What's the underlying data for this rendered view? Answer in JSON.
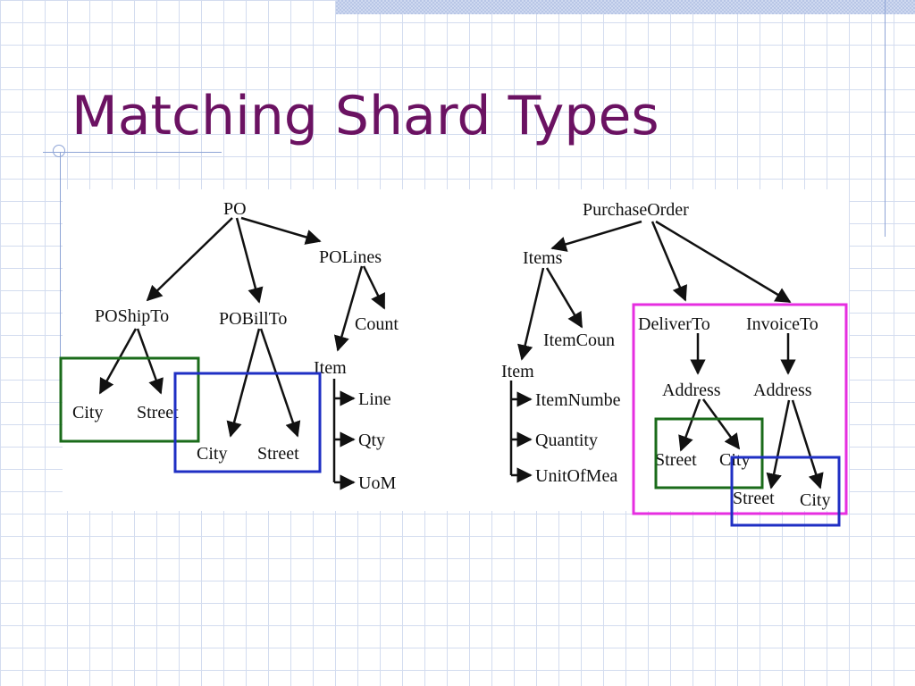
{
  "slide": {
    "title": "Matching Shard Types"
  },
  "left_tree": {
    "root": "PO",
    "polines": "POLines",
    "poshipto": "POShipTo",
    "pobillto": "POBillTo",
    "count": "Count",
    "item": "Item",
    "ship_city": "City",
    "ship_street": "Street",
    "bill_city": "City",
    "bill_street": "Street",
    "line": "Line",
    "qty": "Qty",
    "uom": "UoM"
  },
  "right_tree": {
    "root": "PurchaseOrder",
    "items": "Items",
    "itemcount": "ItemCoun",
    "item": "Item",
    "itemnumber": "ItemNumbe",
    "quantity": "Quantity",
    "unitofmeasure": "UnitOfMea",
    "deliverto": "DeliverTo",
    "invoiceto": "InvoiceTo",
    "deliver_address": "Address",
    "invoice_address": "Address",
    "deliver_street": "Street",
    "deliver_city": "City",
    "invoice_street": "Street",
    "invoice_city": "City"
  },
  "colors": {
    "title": "#6b1262",
    "green_box": "#1a6b1a",
    "blue_box": "#1f2fc4",
    "magenta_box": "#e62ee0"
  }
}
